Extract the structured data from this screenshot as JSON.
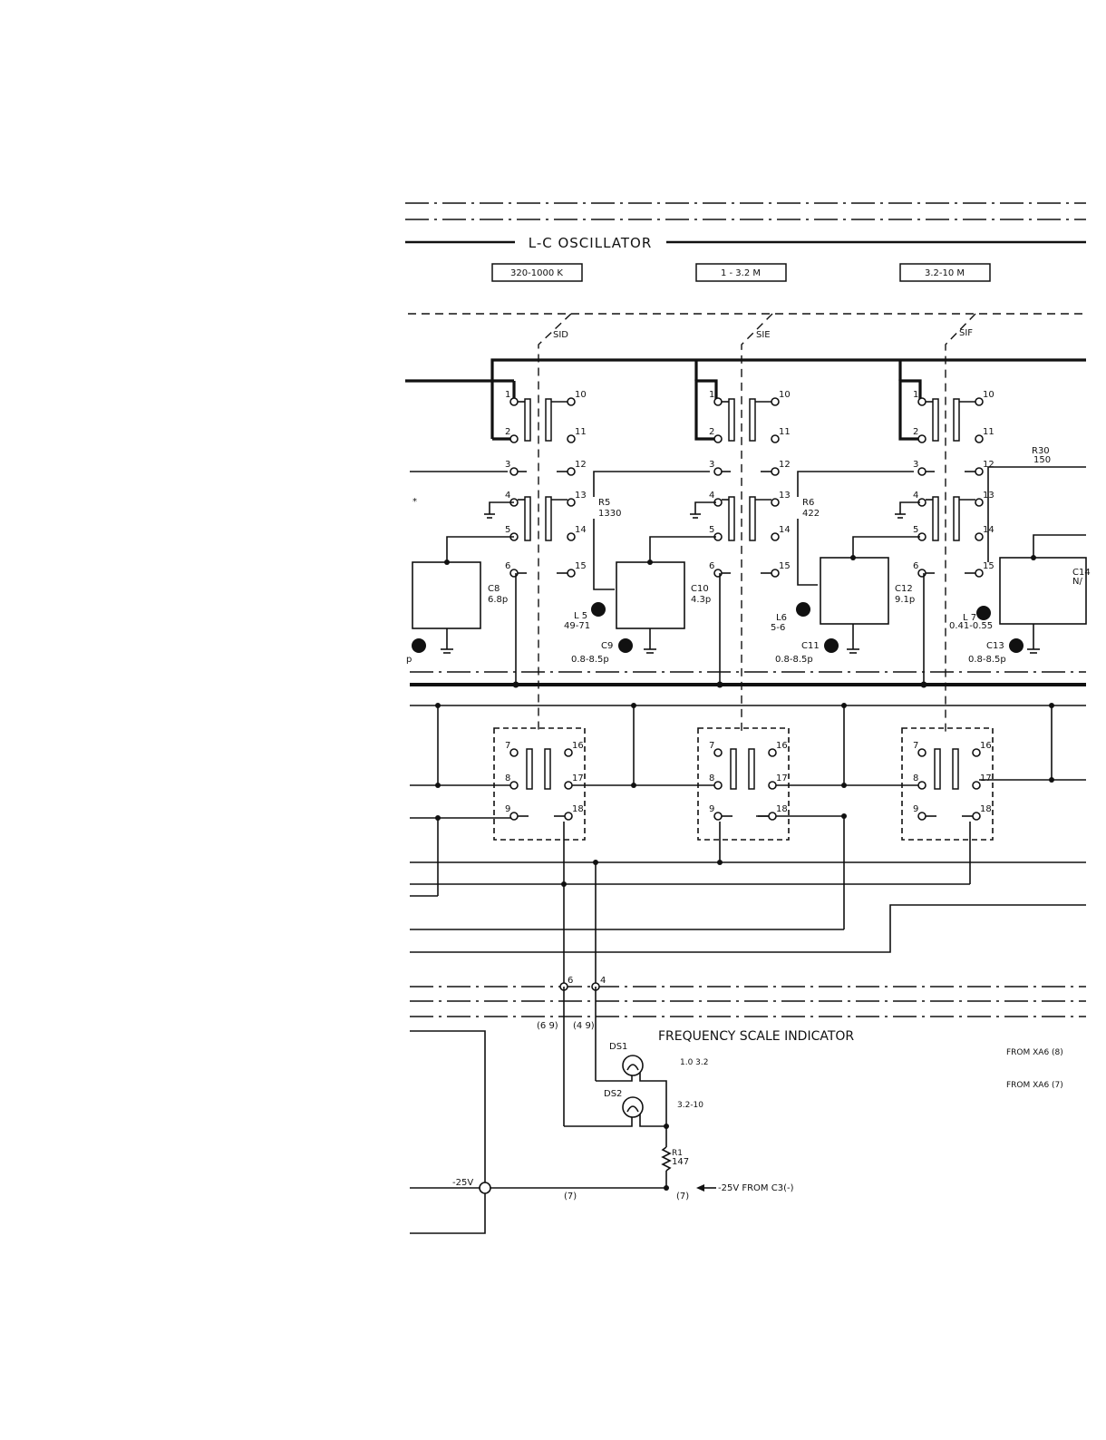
{
  "title": "L-C OSCILLATOR",
  "bands": [
    "320-1000 K",
    "1 - 3.2 M",
    "3.2-10 M"
  ],
  "switch_sections": [
    "SID",
    "SIE",
    "SIF"
  ],
  "components": {
    "r5": {
      "ref": "R5",
      "value": "1330"
    },
    "r6": {
      "ref": "R6",
      "value": "422"
    },
    "r30": {
      "ref": "R30",
      "value": "150"
    },
    "c8": {
      "ref": "C8",
      "value": "6.8p"
    },
    "c10": {
      "ref": "C10",
      "value": "4.3p"
    },
    "c12": {
      "ref": "C12",
      "value": "9.1p"
    },
    "c14": {
      "ref": "C14",
      "value": "N/"
    },
    "l5": {
      "ref": "L 5",
      "value": "49-71"
    },
    "l6": {
      "ref": "L6",
      "value": "5-6"
    },
    "l7": {
      "ref": "L 7",
      "value": "0.41-0.55"
    },
    "c9": {
      "ref": "C9",
      "value": "0.8-8.5p"
    },
    "c11": {
      "ref": "C11",
      "value": "0.8-8.5p"
    },
    "c13": {
      "ref": "C13",
      "value": "0.8-8.5p"
    },
    "partial_left_p": "p",
    "partial_left_star": "*"
  },
  "indicator": {
    "title": "FREQUENCY SCALE INDICATOR",
    "ds1": "DS1",
    "ds1_range": "1.0  3.2",
    "ds2": "DS2",
    "ds2_range": "3.2-10",
    "r1_ref": "R1",
    "r1_value": "147",
    "node_6": "6",
    "node_4": "4",
    "label_69": "(6 9)",
    "label_49": "(4 9)",
    "supply_left": "-25V",
    "supply_from": "-25V  FROM C3(-)",
    "wire_7a": "(7)",
    "wire_7b": "(7)",
    "from_xa6_8": "FROM XA6 (8)",
    "from_xa6_7": "FROM XA6 (7)"
  },
  "terminals": {
    "upper": [
      "1",
      "2",
      "3",
      "4",
      "5",
      "6",
      "10",
      "11",
      "12",
      "13",
      "14",
      "15"
    ],
    "lower": [
      "7",
      "8",
      "9",
      "16",
      "17",
      "18"
    ]
  }
}
